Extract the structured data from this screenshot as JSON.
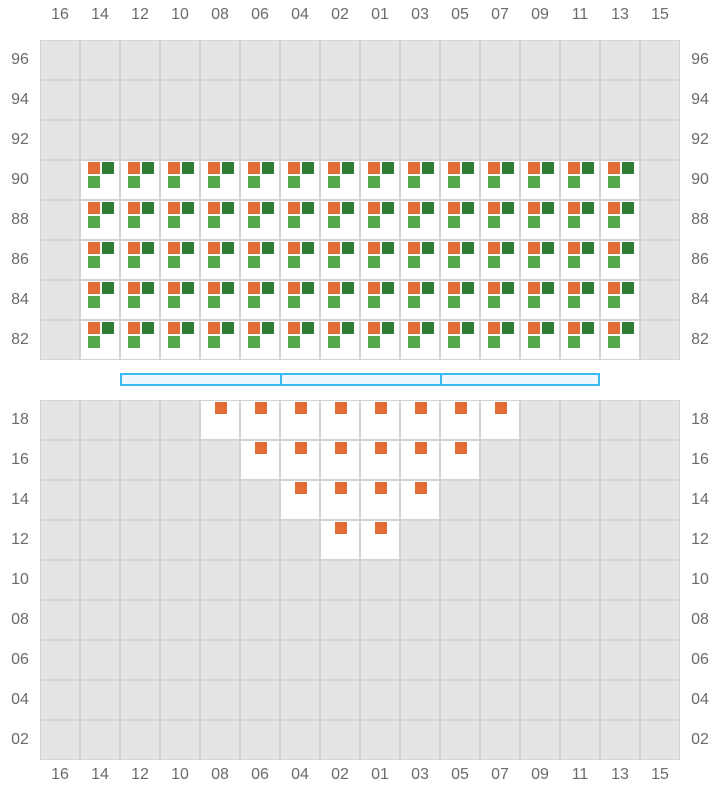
{
  "columns": [
    "16",
    "14",
    "12",
    "10",
    "08",
    "06",
    "04",
    "02",
    "01",
    "03",
    "05",
    "07",
    "09",
    "11",
    "13",
    "15"
  ],
  "colors": {
    "orange": "#e26d38",
    "dark_green": "#2e7d32",
    "light_green": "#55a84c",
    "empty": "#e4e4e7",
    "aisle": "#3bbcf0"
  },
  "top_block": {
    "rows": [
      {
        "label": "96",
        "active": []
      },
      {
        "label": "94",
        "active": []
      },
      {
        "label": "92",
        "active": []
      },
      {
        "label": "90",
        "active": [
          "14",
          "12",
          "10",
          "08",
          "06",
          "04",
          "02",
          "01",
          "03",
          "05",
          "07",
          "09",
          "11",
          "13"
        ],
        "markers": [
          "orange",
          "dark_green",
          "light_green"
        ]
      },
      {
        "label": "88",
        "active": [
          "14",
          "12",
          "10",
          "08",
          "06",
          "04",
          "02",
          "01",
          "03",
          "05",
          "07",
          "09",
          "11",
          "13"
        ],
        "markers": [
          "orange",
          "dark_green",
          "light_green"
        ]
      },
      {
        "label": "86",
        "active": [
          "14",
          "12",
          "10",
          "08",
          "06",
          "04",
          "02",
          "01",
          "03",
          "05",
          "07",
          "09",
          "11",
          "13"
        ],
        "markers": [
          "orange",
          "dark_green",
          "light_green"
        ]
      },
      {
        "label": "84",
        "active": [
          "14",
          "12",
          "10",
          "08",
          "06",
          "04",
          "02",
          "01",
          "03",
          "05",
          "07",
          "09",
          "11",
          "13"
        ],
        "markers": [
          "orange",
          "dark_green",
          "light_green"
        ]
      },
      {
        "label": "82",
        "active": [
          "14",
          "12",
          "10",
          "08",
          "06",
          "04",
          "02",
          "01",
          "03",
          "05",
          "07",
          "09",
          "11",
          "13"
        ],
        "markers": [
          "orange",
          "dark_green",
          "light_green"
        ]
      }
    ]
  },
  "aisle_segments": 3,
  "bottom_block": {
    "rows": [
      {
        "label": "18",
        "active": [
          "08",
          "06",
          "04",
          "02",
          "01",
          "03",
          "05",
          "07"
        ],
        "markers": [
          "orange"
        ]
      },
      {
        "label": "16",
        "active": [
          "06",
          "04",
          "02",
          "01",
          "03",
          "05"
        ],
        "markers": [
          "orange"
        ]
      },
      {
        "label": "14",
        "active": [
          "04",
          "02",
          "01",
          "03"
        ],
        "markers": [
          "orange"
        ]
      },
      {
        "label": "12",
        "active": [
          "02",
          "01"
        ],
        "markers": [
          "orange"
        ]
      },
      {
        "label": "10",
        "active": []
      },
      {
        "label": "08",
        "active": []
      },
      {
        "label": "06",
        "active": []
      },
      {
        "label": "04",
        "active": []
      },
      {
        "label": "02",
        "active": []
      }
    ]
  }
}
